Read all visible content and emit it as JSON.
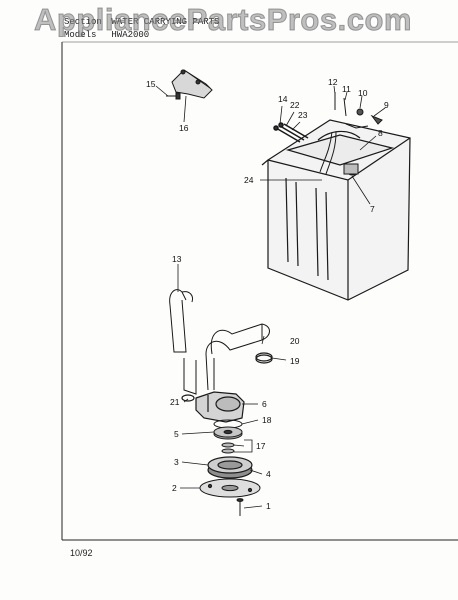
{
  "watermark": "AppliancePartsPros.com",
  "header": {
    "section_label": "Section",
    "section_value": "WATER CARRYING PARTS",
    "models_label": "Models",
    "models_value": "HWA2000"
  },
  "footer": {
    "date": "10/92"
  },
  "callouts": [
    "15",
    "16",
    "12",
    "11",
    "10",
    "9",
    "14",
    "22",
    "23",
    "8",
    "24",
    "7",
    "13",
    "20",
    "19",
    "21",
    "6",
    "18",
    "5",
    "17",
    "3",
    "4",
    "2",
    "1"
  ],
  "colors": {
    "line": "#1a1a1a",
    "watermark": "#8c8c8c",
    "paper": "#fdfdfc"
  }
}
